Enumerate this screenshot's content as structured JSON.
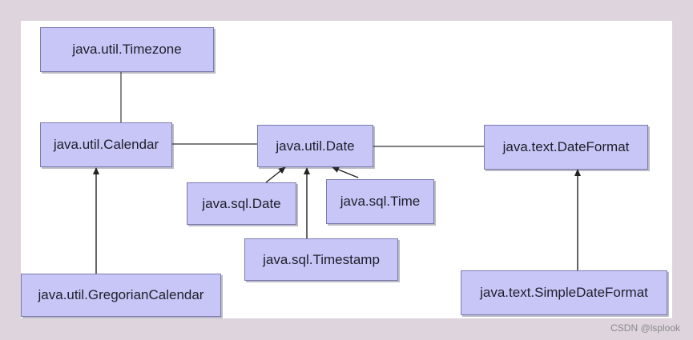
{
  "diagram": {
    "nodes": {
      "timezone": "java.util.Timezone",
      "calendar": "java.util.Calendar",
      "util_date": "java.util.Date",
      "date_format": "java.text.DateFormat",
      "sql_date": "java.sql.Date",
      "sql_time": "java.sql.Time",
      "sql_timestamp": "java.sql.Timestamp",
      "gregorian_calendar": "java.util.GregorianCalendar",
      "simple_date_format": "java.text.SimpleDateFormat"
    },
    "edges": [
      {
        "from": "timezone",
        "to": "calendar",
        "arrow": false
      },
      {
        "from": "calendar",
        "to": "util_date",
        "arrow": false
      },
      {
        "from": "util_date",
        "to": "date_format",
        "arrow": false
      },
      {
        "from": "sql_date",
        "to": "util_date",
        "arrow": true
      },
      {
        "from": "sql_time",
        "to": "util_date",
        "arrow": true
      },
      {
        "from": "sql_timestamp",
        "to": "util_date",
        "arrow": true
      },
      {
        "from": "gregorian_calendar",
        "to": "calendar",
        "arrow": true
      },
      {
        "from": "simple_date_format",
        "to": "date_format",
        "arrow": true
      }
    ],
    "colors": {
      "box_fill": "#c7c6f7",
      "box_border": "#7b7ab0",
      "line": "#333333"
    }
  },
  "watermark": "CSDN @lsplook"
}
